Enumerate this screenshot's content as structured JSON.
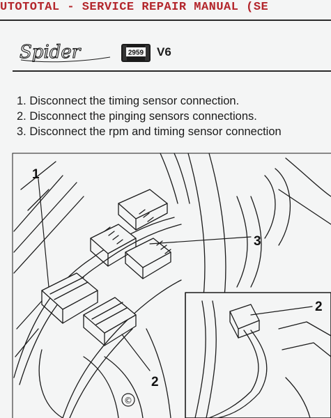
{
  "header": {
    "title": "UTOTOTAL - SERVICE REPAIR MANUAL (SE"
  },
  "model": {
    "logo_text": "Spider",
    "engine_code": "2959",
    "engine_type": "V6"
  },
  "steps": [
    "1. Disconnect the timing sensor connection.",
    "2. Disconnect the pinging sensors connections.",
    "3. Disconnect the rpm and timing sensor connection"
  ],
  "figure": {
    "callouts": [
      "1",
      "3",
      "2",
      "2"
    ],
    "copyright_mark": "©"
  },
  "colors": {
    "header_red": "#b3262c",
    "ink": "#1b1b1b",
    "paper": "#f4f5f5"
  }
}
